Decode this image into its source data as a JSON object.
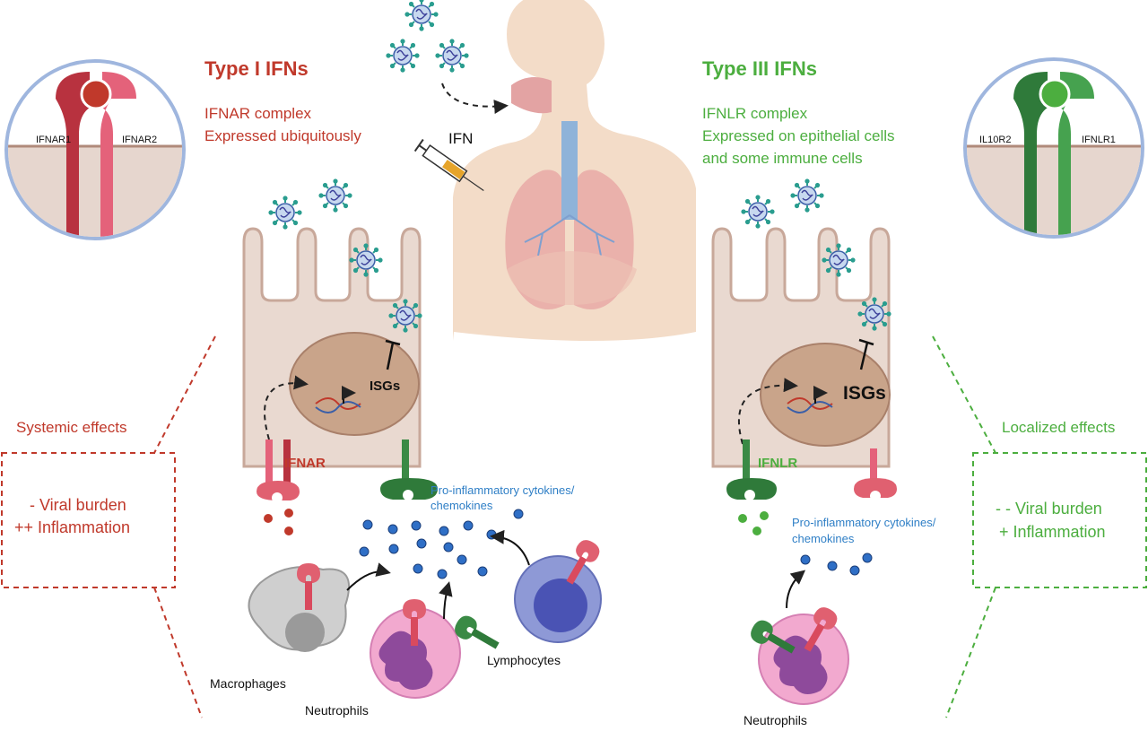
{
  "left": {
    "title": "Type I IFNs",
    "desc1": "IFNAR complex",
    "desc2": "Expressed ubiquitously",
    "receptor_left": "IFNAR1",
    "receptor_right": "IFNAR2",
    "cell_receptor": "IFNAR",
    "isgs": "ISGs",
    "effects_title": "Systemic effects",
    "effect_1": "-  Viral burden",
    "effect_2": "++  Inflammation",
    "cytokines_1": "Pro-inflammatory  cytokines/",
    "cytokines_2": "chemokines",
    "macrophages": "Macrophages",
    "neutrophils": "Neutrophils",
    "lymphocytes": "Lymphocytes"
  },
  "center": {
    "ifn_label": "IFN"
  },
  "right": {
    "title": "Type III IFNs",
    "desc1": "IFNLR complex",
    "desc2": "Expressed on epithelial cells",
    "desc3": "and some immune cells",
    "receptor_left": "IL10R2",
    "receptor_right": "IFNLR1",
    "cell_receptor": "IFNLR",
    "isgs": "ISGs",
    "effects_title": "Localized effects",
    "effect_1": "- -  Viral burden",
    "effect_2": "+  Inflammation",
    "cytokines_1": "Pro-inflammatory  cytokines/",
    "cytokines_2": "chemokines",
    "neutrophils": "Neutrophils"
  },
  "colors": {
    "type1": "#c0392b",
    "type3": "#4cae3f",
    "cytokine": "#2f7fc6",
    "cell_body": "#e9d9d0",
    "nucleus": "#c9a48a"
  }
}
